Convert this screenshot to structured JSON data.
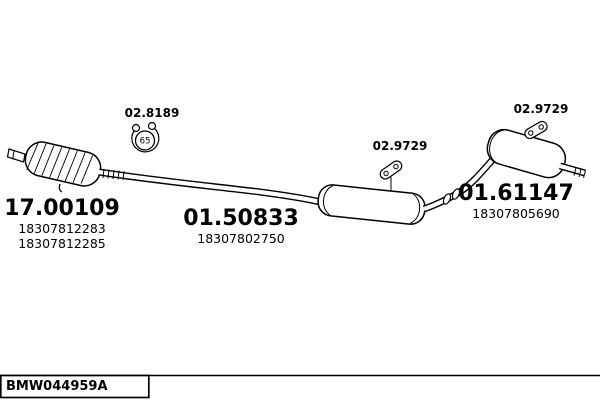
{
  "labels": {
    "cat": {
      "code": "17.00109",
      "part1": "18307812283",
      "part2": "18307812285"
    },
    "mid": {
      "code": "01.50833",
      "part1": "18307802750"
    },
    "rear": {
      "code": "01.61147",
      "part1": "18307805690"
    },
    "mount_left": {
      "code": "02.8189",
      "badge": "65"
    },
    "mount_mid": {
      "code": "02.9729"
    },
    "mount_rear": {
      "code": "02.9729"
    }
  },
  "footer": {
    "ref": "BMW044959A"
  }
}
